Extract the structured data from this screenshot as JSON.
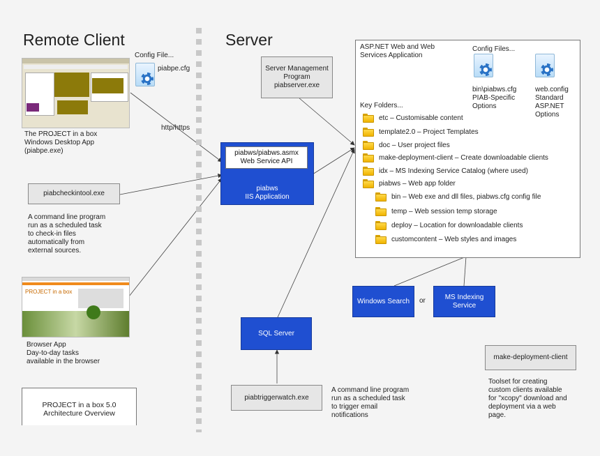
{
  "headings": {
    "remote_client": "Remote Client",
    "server": "Server"
  },
  "config_file": {
    "title": "Config File...",
    "name": "piabpe.cfg"
  },
  "desktop_app": {
    "lines": [
      "The PROJECT in a box",
      "Windows Desktop App",
      "(piabpe.exe)"
    ]
  },
  "http_label": "http/https",
  "checkintool": {
    "label": "piabcheckintool.exe",
    "desc": [
      "A command line program",
      "run as a scheduled task",
      "to check-in files",
      "automatically from",
      "external sources."
    ]
  },
  "browser_app": {
    "lines": [
      "Browser App",
      "Day-to-day tasks",
      "available in the browser"
    ]
  },
  "overview_box": {
    "lines": [
      "PROJECT in a box 5.0",
      "Architecture Overview"
    ]
  },
  "server_mgmt": {
    "lines": [
      "Server Management",
      "Program",
      "piabserver.exe"
    ]
  },
  "webservice": {
    "api_lines": [
      "piabws/piabws.asmx",
      "Web Service API"
    ],
    "app_lines": [
      "piabws",
      "IIS Application"
    ]
  },
  "sql_server": "SQL Server",
  "triggerwatch": {
    "label": "piabtriggerwatch.exe",
    "desc": [
      "A command line program",
      "run as a scheduled task",
      "to trigger email",
      "notifications"
    ]
  },
  "aspnet": {
    "title_lines": [
      "ASP.NET Web and Web",
      "Services Application"
    ],
    "config_files_title": "Config Files...",
    "cfg1_lines": [
      "bin\\piabws.cfg",
      "PIAB-Specific",
      "Options"
    ],
    "cfg2_lines": [
      "web.config",
      "Standard",
      "ASP.NET",
      "Options"
    ],
    "key_folders_title": "Key Folders...",
    "folders": [
      "etc – Customisable content",
      "template2.0 – Project Templates",
      "doc – User project files",
      "make-deployment-client – Create downloadable clients",
      "idx – MS Indexing Service Catalog (where used)",
      "piabws – Web app folder"
    ],
    "subfolders": [
      "bin – Web exe and dll files, piabws.cfg config file",
      "temp – Web session temp storage",
      "deploy – Location for downloadable clients",
      "customcontent – Web styles and images"
    ]
  },
  "windows_search": "Windows Search",
  "or_label": "or",
  "ms_indexing": {
    "lines": [
      "MS Indexing",
      "Service"
    ]
  },
  "deploy_client": {
    "label": "make-deployment-client",
    "desc": [
      "Toolset for creating",
      "custom  clients available",
      "for \"xcopy\" download and",
      "deployment via a web",
      "page."
    ]
  },
  "screenshot_text": {
    "title": "PROJECT in a box"
  }
}
